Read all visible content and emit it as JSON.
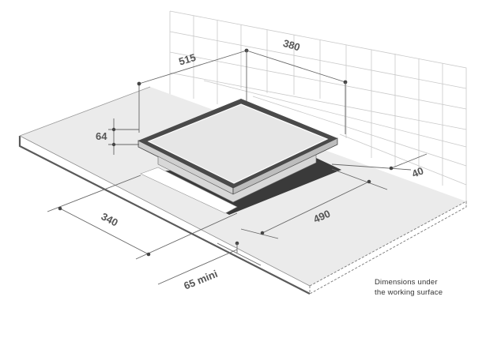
{
  "dimensions": {
    "wall_depth": "515",
    "hob_width": "380",
    "hob_height": "64",
    "wall_clearance": "40",
    "cutout_width": "340",
    "cutout_length": "490",
    "min_front_clearance": "65 mini"
  },
  "note": {
    "line1": "Dimensions under",
    "line2": "the working surface"
  },
  "colors": {
    "countertop": "#ebebeb",
    "countertop_edge": "#5a5a5a",
    "hob_frame": "#4a4a4a",
    "hob_glass": "#e6e6e6",
    "cutout_shadow": "#3a3a3a",
    "wall_tiles": "#c9c9c9",
    "dim_text": "#555555"
  }
}
